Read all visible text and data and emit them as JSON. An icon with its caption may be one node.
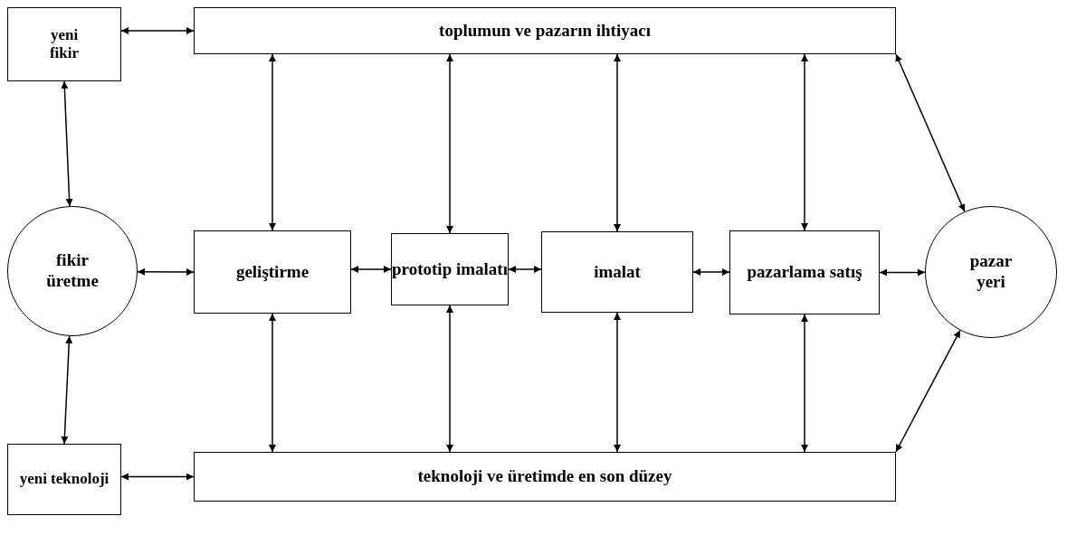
{
  "diagram": {
    "nodes": [
      {
        "text": [
          "yeni fikir"
        ]
      },
      {
        "text": [
          "toplumun ve pazarın ihtiyacı"
        ]
      },
      {
        "text": [
          "fikir üretme"
        ]
      },
      {
        "text": [
          "geliştirme"
        ]
      },
      {
        "text": [
          "prototip imalatı"
        ]
      },
      {
        "text": [
          "imalat"
        ]
      },
      {
        "text": [
          "pazarlama satış"
        ]
      },
      {
        "text": [
          "pazar yeri"
        ]
      },
      {
        "text": [
          "yeni teknoloji"
        ]
      },
      {
        "text": [
          "teknoloji ve üretimde en son düzey"
        ]
      }
    ],
    "edges": [
      {
        "from": 0,
        "to": 1,
        "arrow": "both"
      },
      {
        "from": 1,
        "to": 7,
        "arrow": "both"
      },
      {
        "from": 0,
        "to": 2,
        "arrow": "both"
      },
      {
        "from": 1,
        "to": 3,
        "arrow": "both"
      },
      {
        "from": 1,
        "to": 4,
        "arrow": "both"
      },
      {
        "from": 1,
        "to": 5,
        "arrow": "both"
      },
      {
        "from": 1,
        "to": 6,
        "arrow": "both"
      },
      {
        "from": 2,
        "to": 3,
        "arrow": "both"
      },
      {
        "from": 3,
        "to": 4,
        "arrow": "both"
      },
      {
        "from": 4,
        "to": 5,
        "arrow": "both"
      },
      {
        "from": 5,
        "to": 6,
        "arrow": "both"
      },
      {
        "from": 6,
        "to": 7,
        "arrow": "both"
      },
      {
        "from": 2,
        "to": 8,
        "arrow": "both"
      },
      {
        "from": 3,
        "to": 9,
        "arrow": "both"
      },
      {
        "from": 4,
        "to": 9,
        "arrow": "both"
      },
      {
        "from": 5,
        "to": 9,
        "arrow": "both"
      },
      {
        "from": 6,
        "to": 9,
        "arrow": "both"
      },
      {
        "from": 8,
        "to": 9,
        "arrow": "both"
      },
      {
        "from": 9,
        "to": 7,
        "arrow": "both"
      }
    ]
  }
}
